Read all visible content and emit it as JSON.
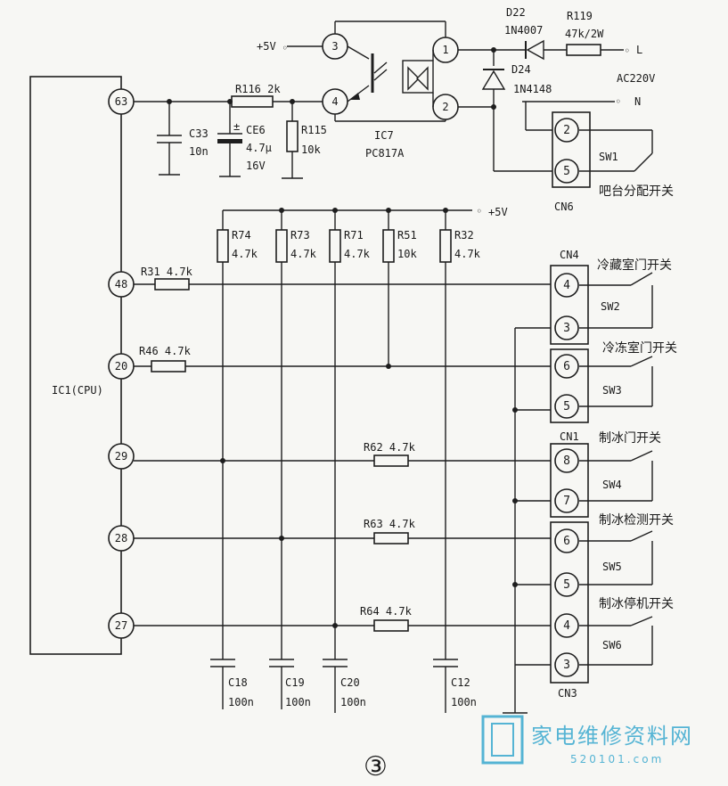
{
  "colors": {
    "ink": "#1e1e1e",
    "paper": "#f7f7f4",
    "brand": "#55b4d4"
  },
  "ic1": {
    "label": "IC1(CPU)",
    "pins": [
      "63",
      "48",
      "20",
      "29",
      "28",
      "27"
    ]
  },
  "optocoupler": {
    "ref": "IC7",
    "part": "PC817A",
    "pins": [
      "3",
      "4",
      "1",
      "2"
    ],
    "vcc": "+5V"
  },
  "top_parts": {
    "r116": "R116 2k",
    "c33_ref": "C33",
    "c33_val": "10n",
    "ce6_ref": "CE6",
    "ce6_val": "4.7μ",
    "ce6_v": "16V",
    "r115_ref": "R115",
    "r115_val": "10k",
    "d22_ref": "D22",
    "d22_part": "1N4007",
    "r119_ref": "R119",
    "r119_val": "47k/2W",
    "d24_ref": "D24",
    "d24_part": "1N4148",
    "l": "L",
    "n": "N",
    "ac": "AC220V"
  },
  "pullups": {
    "vcc": "+5V",
    "items": [
      {
        "ref": "R74",
        "val": "4.7k"
      },
      {
        "ref": "R73",
        "val": "4.7k"
      },
      {
        "ref": "R71",
        "val": "4.7k"
      },
      {
        "ref": "R51",
        "val": "10k"
      },
      {
        "ref": "R32",
        "val": "4.7k"
      }
    ]
  },
  "series_resistors": [
    {
      "label": "R31 4.7k"
    },
    {
      "label": "R46 4.7k"
    },
    {
      "label": "R62 4.7k"
    },
    {
      "label": "R63 4.7k"
    },
    {
      "label": "R64 4.7k"
    }
  ],
  "capacitors": [
    {
      "ref": "C18",
      "val": "100n"
    },
    {
      "ref": "C19",
      "val": "100n"
    },
    {
      "ref": "C20",
      "val": "100n"
    },
    {
      "ref": "C12",
      "val": "100n"
    }
  ],
  "connectors": {
    "cn6": {
      "name": "CN6",
      "pins": [
        "2",
        "5"
      ]
    },
    "cn4": {
      "name": "CN4",
      "pins": [
        "4",
        "3"
      ]
    },
    "cn4b": {
      "pins": [
        "6",
        "5"
      ]
    },
    "cn1": {
      "name": "CN1",
      "pins": [
        "8",
        "7"
      ]
    },
    "cn3": {
      "name": "CN3",
      "pins": [
        "6",
        "5",
        "4",
        "3"
      ]
    }
  },
  "switches": [
    {
      "ref": "SW1",
      "title": "吧台分配开关"
    },
    {
      "ref": "SW2",
      "title": "冷藏室门开关"
    },
    {
      "ref": "SW3",
      "title": "冷冻室门开关"
    },
    {
      "ref": "SW4",
      "title": "制冰门开关"
    },
    {
      "ref": "SW5",
      "title": "制冰检测开关"
    },
    {
      "ref": "SW6",
      "title": "制冰停机开关"
    }
  ],
  "figure_number": "③",
  "watermark": {
    "brand": "家电维修资料网",
    "url": "520101.com"
  }
}
